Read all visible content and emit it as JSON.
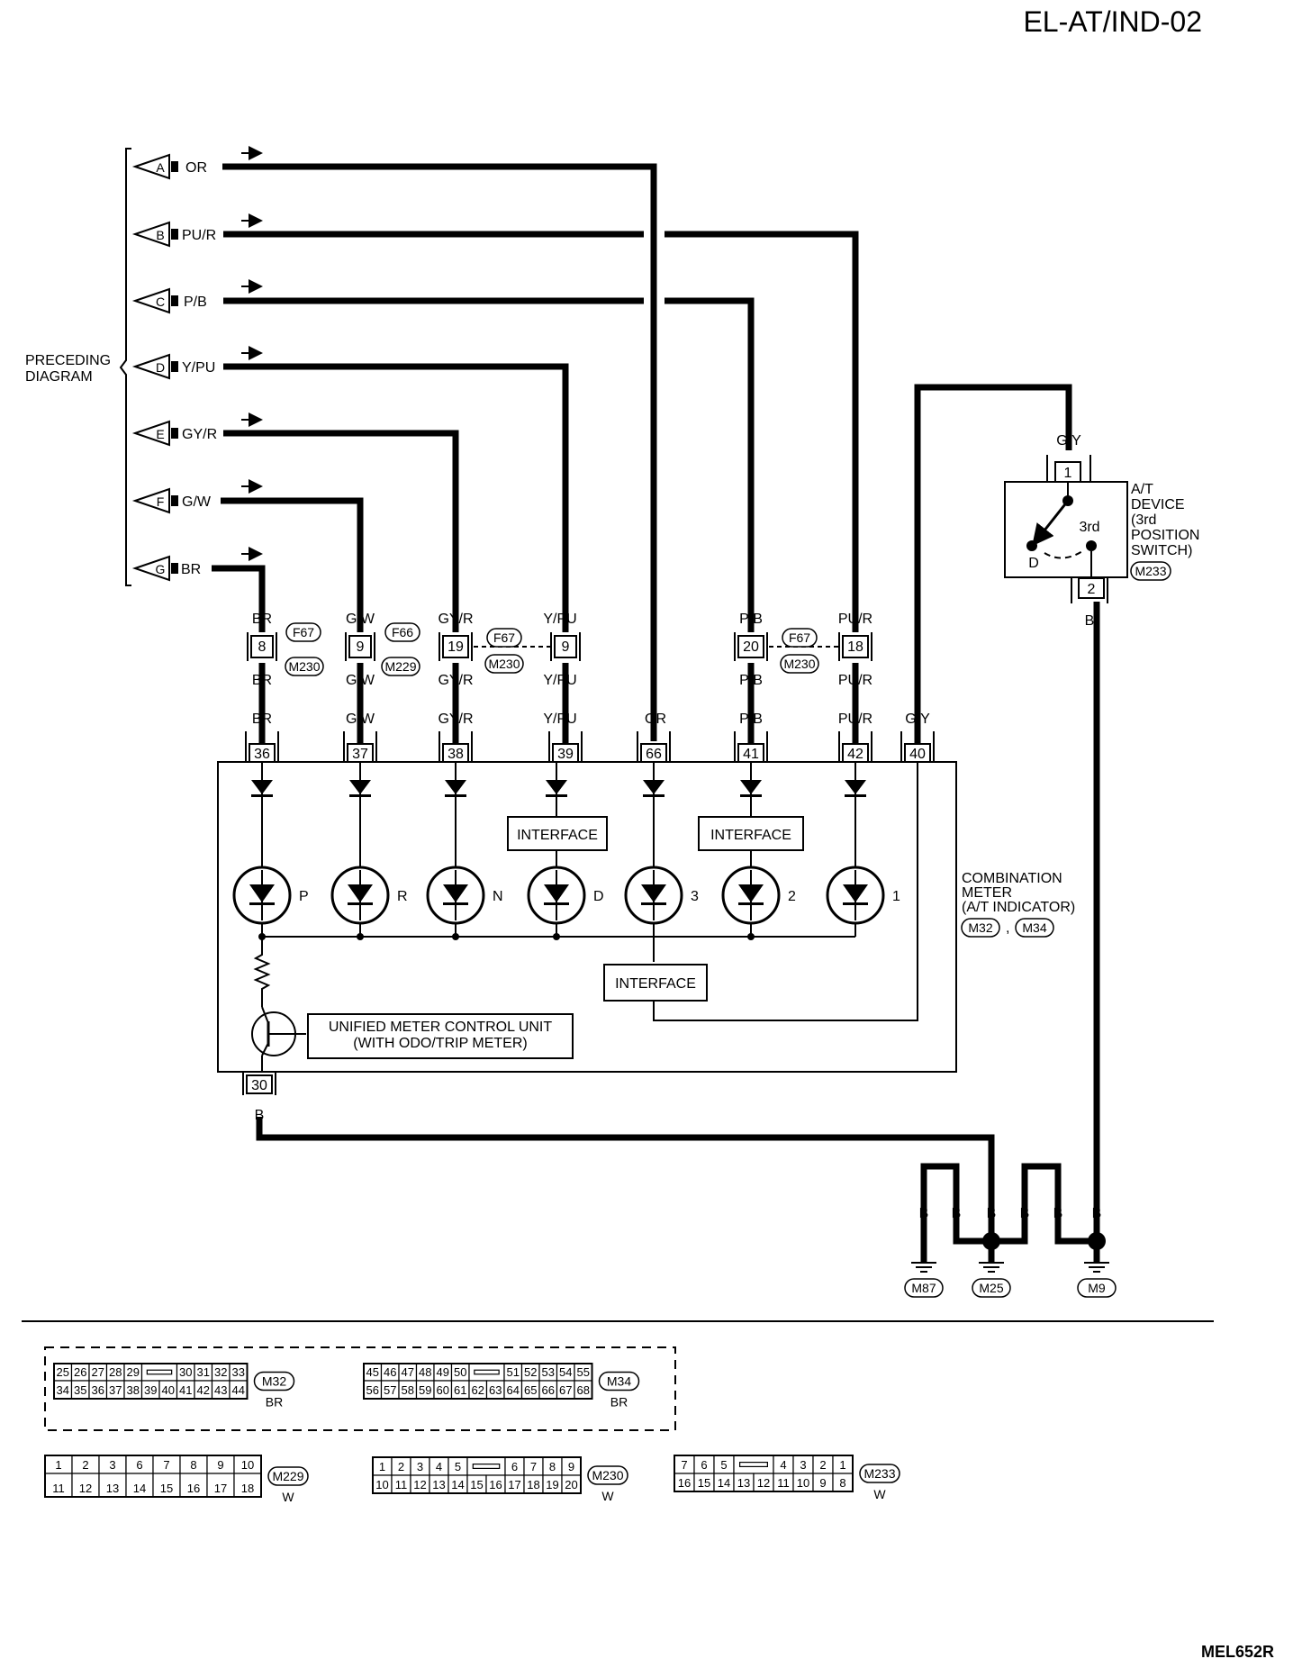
{
  "page_id": "EL-AT/IND-02",
  "figure_code": "MEL652R",
  "preceding_diagram_label": [
    "PRECEDING",
    "DIAGRAM"
  ],
  "inputs": [
    {
      "letter": "A",
      "wire": "OR"
    },
    {
      "letter": "B",
      "wire": "PU/R"
    },
    {
      "letter": "C",
      "wire": "P/B"
    },
    {
      "letter": "D",
      "wire": "Y/PU"
    },
    {
      "letter": "E",
      "wire": "GY/R"
    },
    {
      "letter": "F",
      "wire": "G/W"
    },
    {
      "letter": "G",
      "wire": "BR"
    }
  ],
  "inline_connectors": [
    {
      "pin": "8",
      "top_wire": "BR",
      "bottom_wire": "BR"
    },
    {
      "pin": "9",
      "top_wire": "G/W",
      "bottom_wire": "G/W"
    },
    {
      "pin": "19",
      "top_wire": "GY/R",
      "bottom_wire": "GY/R"
    },
    {
      "pin": "9",
      "top_wire": "Y/PU",
      "bottom_wire": "Y/PU"
    },
    {
      "pin": "20",
      "top_wire": "P/B",
      "bottom_wire": "P/B"
    },
    {
      "pin": "18",
      "top_wire": "PU/R",
      "bottom_wire": "PU/R"
    }
  ],
  "connector_ids": {
    "f67_a": "F67",
    "m230_a": "M230",
    "f66": "F66",
    "m229": "M229",
    "f67_b": "F67",
    "m230_b": "M230",
    "f67_c": "F67",
    "m230_c": "M230"
  },
  "meter_pins": [
    {
      "pin": "36",
      "wire": "BR"
    },
    {
      "pin": "37",
      "wire": "G/W"
    },
    {
      "pin": "38",
      "wire": "GY/R"
    },
    {
      "pin": "39",
      "wire": "Y/PU"
    },
    {
      "pin": "66",
      "wire": "OR"
    },
    {
      "pin": "41",
      "wire": "P/B"
    },
    {
      "pin": "42",
      "wire": "PU/R"
    },
    {
      "pin": "40",
      "wire": "G/Y"
    }
  ],
  "indicators": [
    "P",
    "R",
    "N",
    "D",
    "3",
    "2",
    "1"
  ],
  "interface_label": "INTERFACE",
  "control_unit": [
    "UNIFIED METER CONTROL UNIT",
    "(WITH ODO/TRIP METER)"
  ],
  "ground_pin": "30",
  "ground_pin_wire": "B",
  "meter_label": [
    "COMBINATION",
    "METER",
    "(A/T INDICATOR)"
  ],
  "meter_connectors": [
    "M32",
    "M34"
  ],
  "meter_connector_sep": ",",
  "at_device": {
    "wire_top": "G/Y",
    "pin_top": "1",
    "pin_bottom": "2",
    "wire_bottom": "B",
    "label": [
      "A/T",
      "DEVICE",
      "(3rd",
      "POSITION",
      "SWITCH)"
    ],
    "connector": "M233",
    "contact_d": "D",
    "contact_3rd": "3rd"
  },
  "grounds": {
    "wires": [
      "B",
      "B",
      "B",
      "B",
      "B",
      "B"
    ],
    "points": [
      "M87",
      "M25",
      "M9"
    ]
  },
  "connector_views": {
    "m32": {
      "id": "M32",
      "color": "BR",
      "row1": [
        "25",
        "26",
        "27",
        "28",
        "29",
        "30",
        "31",
        "32",
        "33"
      ],
      "row2": [
        "34",
        "35",
        "36",
        "37",
        "38",
        "39",
        "40",
        "41",
        "42",
        "43",
        "44"
      ]
    },
    "m34": {
      "id": "M34",
      "color": "BR",
      "row1": [
        "45",
        "46",
        "47",
        "48",
        "49",
        "50",
        "51",
        "52",
        "53",
        "54",
        "55"
      ],
      "row2": [
        "56",
        "57",
        "58",
        "59",
        "60",
        "61",
        "62",
        "63",
        "64",
        "65",
        "66",
        "67",
        "68"
      ]
    },
    "m229": {
      "id": "M229",
      "color": "W",
      "row1": [
        "1",
        "2",
        "3",
        "4",
        "5",
        "6",
        "7",
        "8",
        "9",
        "10"
      ],
      "row2": [
        "11",
        "12",
        "13",
        "14",
        "15",
        "16",
        "17",
        "18"
      ]
    },
    "m230": {
      "id": "M230",
      "color": "W",
      "row1": [
        "1",
        "2",
        "3",
        "4",
        "5",
        "6",
        "7",
        "8",
        "9"
      ],
      "row2": [
        "10",
        "11",
        "12",
        "13",
        "14",
        "15",
        "16",
        "17",
        "18",
        "19",
        "20"
      ]
    },
    "m233": {
      "id": "M233",
      "color": "W",
      "row1": [
        "7",
        "6",
        "5",
        "4",
        "3",
        "2",
        "1"
      ],
      "row2": [
        "16",
        "15",
        "14",
        "13",
        "12",
        "11",
        "10",
        "9",
        "8"
      ]
    }
  }
}
